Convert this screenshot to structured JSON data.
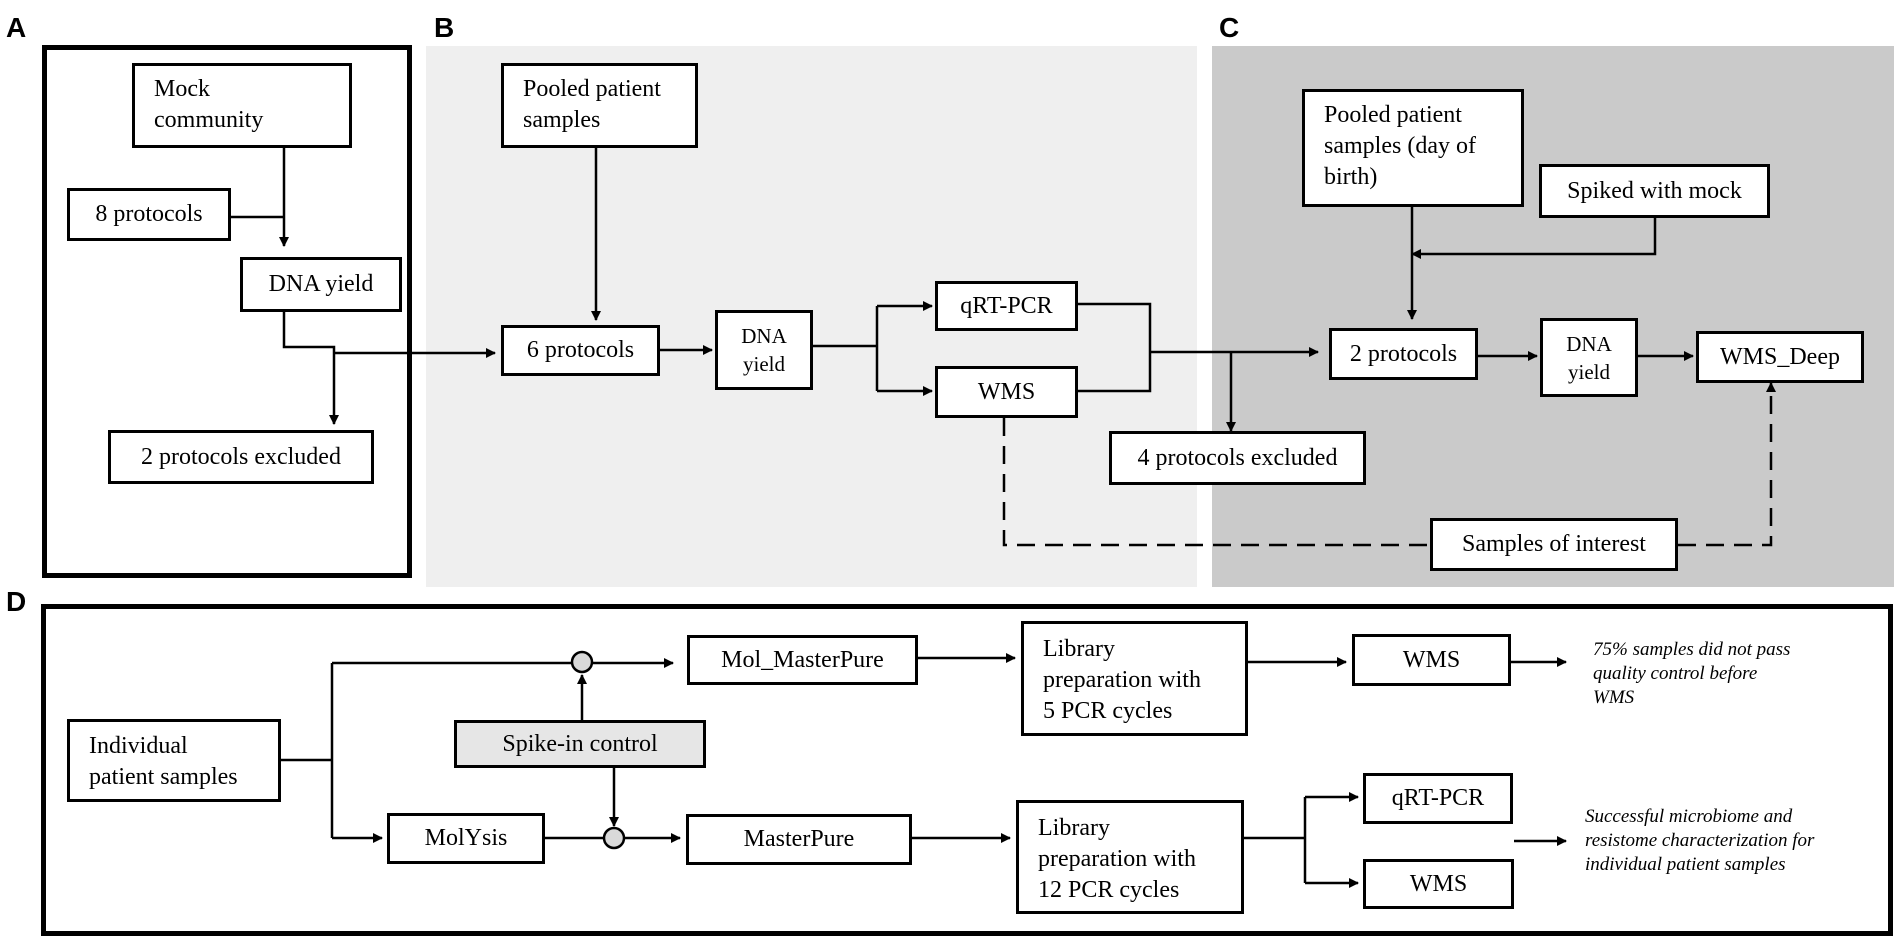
{
  "panel_labels": {
    "a": "A",
    "b": "B",
    "c": "C",
    "d": "D"
  },
  "panel_a": {
    "mock_community": "Mock\ncommunity",
    "protocols": "8 protocols",
    "dna_yield": "DNA yield",
    "excluded": "2 protocols excluded"
  },
  "panel_b": {
    "pooled": "Pooled patient\nsamples",
    "protocols": "6 protocols",
    "dna_yield": "DNA\nyield",
    "qrtpcr": "qRT-PCR",
    "wms": "WMS"
  },
  "panel_c": {
    "pooled": "Pooled patient\nsamples (day of\nbirth)",
    "spiked": "Spiked with mock",
    "protocols": "2 protocols",
    "dna_yield": "DNA\nyield",
    "wms_deep": "WMS_Deep",
    "excluded": "4 protocols excluded",
    "samples_of_interest": "Samples of interest"
  },
  "panel_d": {
    "individual": "Individual\npatient samples",
    "spike_in": "Spike-in control",
    "mol_masterpure": "Mol_MasterPure",
    "molysis": "MolYsis",
    "masterpure": "MasterPure",
    "library_5": "Library\npreparation with\n5 PCR cycles",
    "library_12": "Library\npreparation with\n12 PCR cycles",
    "wms_top": "WMS",
    "qrtpcr": "qRT-PCR",
    "wms_bottom": "WMS",
    "note_top": "75% samples did not pass\nquality control before\nWMS",
    "note_bottom": "Successful microbiome and\nresistome characterization for\nindividual patient samples"
  },
  "colors": {
    "panel_b_bg": "#efefef",
    "panel_c_bg": "#cacaca",
    "spike_in_fill": "#e6e6e6",
    "junction_fill": "#d9d9d9"
  }
}
